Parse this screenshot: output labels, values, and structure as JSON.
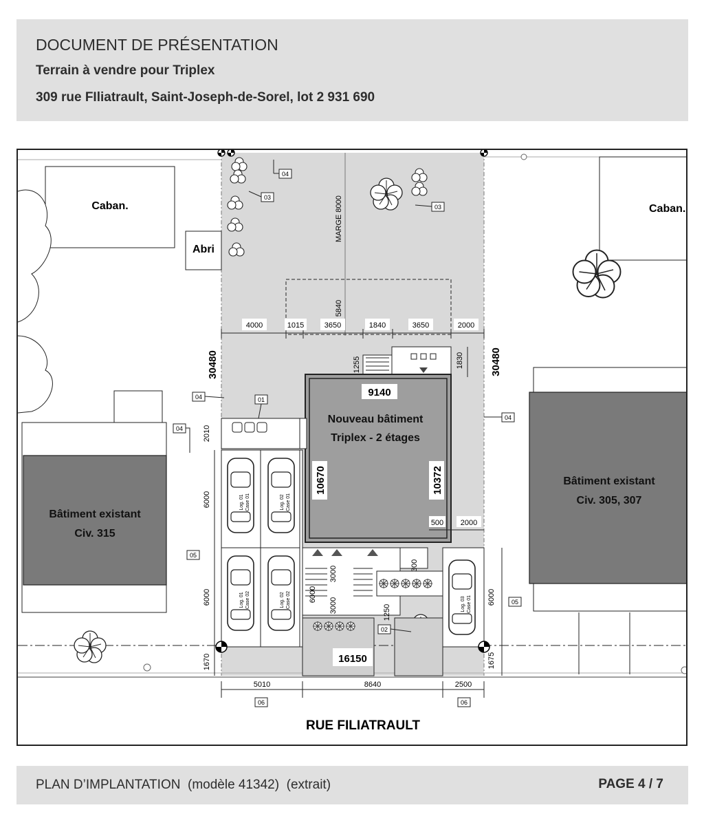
{
  "header": {
    "title": "DOCUMENT DE PRÉSENTATION",
    "subtitle": "Terrain à vendre pour Triplex",
    "address": "309 rue FIliatrault, Saint-Joseph-de-Sorel, lot 2 931 690"
  },
  "plan": {
    "labels": {
      "caban_left": "Caban.",
      "caban_right": "Caban.",
      "abri": "Abri",
      "new_building_line1": "Nouveau bâtiment",
      "new_building_line2": "Triplex - 2 étages",
      "existing_left_line1": "Bâtiment existant",
      "existing_left_line2": "Civ. 315",
      "existing_right_line1": "Bâtiment existant",
      "existing_right_line2": "Civ. 305, 307",
      "street": "RUE FILIATRAULT",
      "margin_label": "MARGE 8000"
    },
    "dimensions": {
      "d4000": "4000",
      "d1015": "1015",
      "d3650a": "3650",
      "d1840": "1840",
      "d3650b": "3650",
      "d2000a": "2000",
      "d5840": "5840",
      "d30480_left": "30480",
      "d30480_right": "30480",
      "d1255": "1255",
      "d1830": "1830",
      "d9140": "9140",
      "d10670": "10670",
      "d10372": "10372",
      "d500": "500",
      "d2000b": "2000",
      "d2010": "2010",
      "d6000_left_top": "6000",
      "d6000_left_bottom": "6000",
      "d1670": "1670",
      "d6000_mid": "6000",
      "d3000a": "3000",
      "d3000b": "3000",
      "d1250": "1250",
      "d300": "300",
      "d6000_right": "6000",
      "d1675": "1675",
      "d16150": "16150",
      "d5010": "5010",
      "d8640": "8640",
      "d2500": "2500"
    },
    "tags": {
      "t01": "01",
      "t02": "02",
      "t03a": "03",
      "t03b": "03",
      "t04a": "04",
      "t04b": "04",
      "t04c": "04",
      "t04d": "04",
      "t05a": "05",
      "t05b": "05",
      "t06a": "06",
      "t06b": "06"
    },
    "cars": {
      "c1": [
        "Log. 01",
        "Case 01"
      ],
      "c2": [
        "Log. 02",
        "Case 01"
      ],
      "c3": [
        "Log. 01",
        "Case 02"
      ],
      "c4": [
        "Log. 02",
        "Case 02"
      ],
      "c5": [
        "Log. 03",
        "Case 01"
      ]
    }
  },
  "footer": {
    "left": "PLAN D’IMPLANTATION  (modèle 41342)  (extrait)",
    "right": "PAGE 4 / 7"
  },
  "colors": {
    "panel": "#e0e0e0",
    "lot_fill": "#d9d9d9",
    "existing_building": "#7a7a7a",
    "line": "#222222"
  }
}
